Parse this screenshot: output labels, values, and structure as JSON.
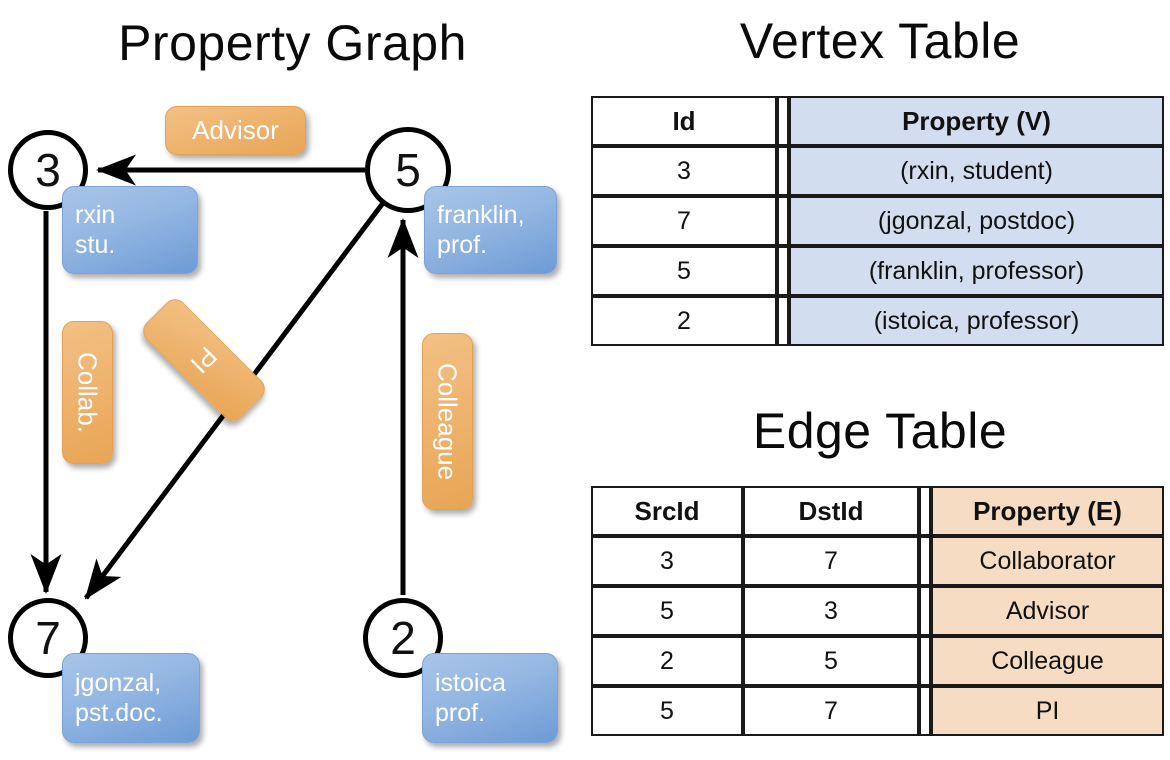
{
  "titles": {
    "property_graph": "Property Graph",
    "vertex_table": "Vertex Table",
    "edge_table": "Edge Table"
  },
  "graph": {
    "nodes": [
      {
        "id": "3",
        "label": "3",
        "property_line1": "rxin",
        "property_line2": "stu."
      },
      {
        "id": "5",
        "label": "5",
        "property_line1": "franklin,",
        "property_line2": "prof."
      },
      {
        "id": "7",
        "label": "7",
        "property_line1": "jgonzal,",
        "property_line2": "pst.doc."
      },
      {
        "id": "2",
        "label": "2",
        "property_line1": "istoica",
        "property_line2": "prof."
      }
    ],
    "edge_labels": [
      {
        "name": "advisor",
        "text": "Advisor"
      },
      {
        "name": "collab",
        "text": "Collab."
      },
      {
        "name": "pi",
        "text": "PI"
      },
      {
        "name": "colleague",
        "text": "Colleague"
      }
    ]
  },
  "vertex_table": {
    "headers": [
      "Id",
      "Property (V)"
    ],
    "rows": [
      {
        "id": "3",
        "property": "(rxin, student)"
      },
      {
        "id": "7",
        "property": "(jgonzal, postdoc)"
      },
      {
        "id": "5",
        "property": "(franklin, professor)"
      },
      {
        "id": "2",
        "property": "(istoica, professor)"
      }
    ]
  },
  "edge_table": {
    "headers": [
      "SrcId",
      "DstId",
      "Property (E)"
    ],
    "rows": [
      {
        "src": "3",
        "dst": "7",
        "property": "Collaborator"
      },
      {
        "src": "5",
        "dst": "3",
        "property": "Advisor"
      },
      {
        "src": "2",
        "dst": "5",
        "property": "Colleague"
      },
      {
        "src": "5",
        "dst": "7",
        "property": "PI"
      }
    ]
  },
  "colors": {
    "vertex_property_fill": "#d3ddf0",
    "edge_property_fill": "#f5dcc2",
    "node_box_blue": "#93b6e2",
    "edge_label_orange": "#eeb470",
    "stroke": "#000000"
  }
}
